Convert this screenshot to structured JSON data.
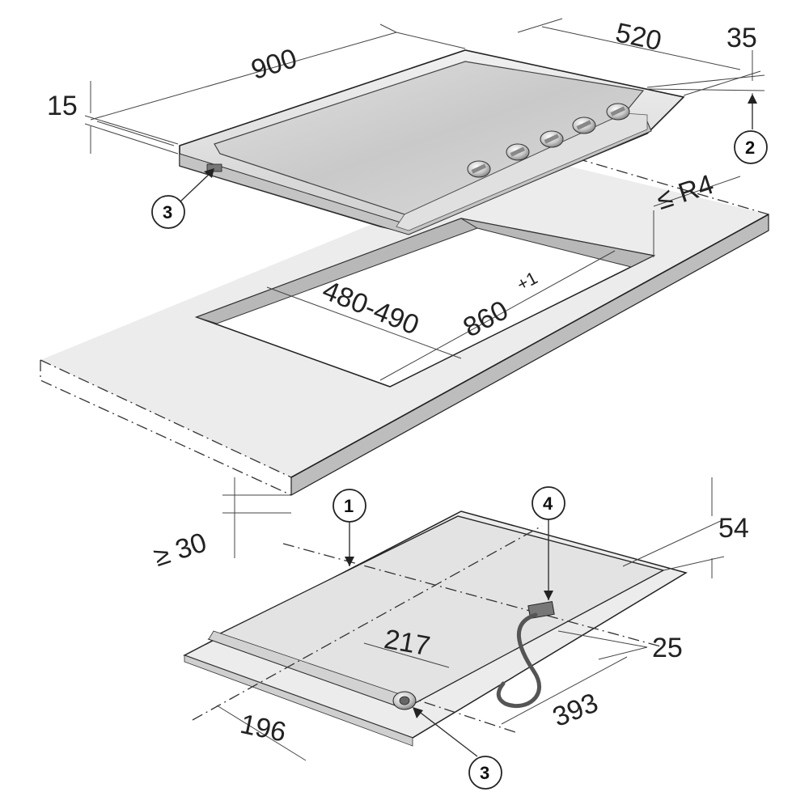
{
  "dimensions": {
    "width": "900",
    "depth": "520",
    "rear_offset": "35",
    "front_offset": "15",
    "corner_radius": "≤ R4",
    "cutout_width": "860",
    "cutout_width_tolerance": "+1",
    "cutout_depth": "480-490",
    "min_worktop_thickness": "≥ 30",
    "body_height": "54",
    "connector_offset_a": "217",
    "connector_offset_b": "25",
    "connector_offset_c": "393",
    "connector_offset_d": "196"
  },
  "callouts": {
    "c1": "1",
    "c2": "2",
    "c3_top": "3",
    "c3_bottom": "3",
    "c4": "4"
  },
  "colors": {
    "surface": "#e9e9e9",
    "hob_frame": "#d8d8d8",
    "hob_glass": "#cfcfcf",
    "cutout_side": "#b8b8b8",
    "worktop_edge": "#bdbdbd",
    "line": "#333333"
  },
  "knobs": [
    "knob-1",
    "knob-2",
    "knob-3",
    "knob-4",
    "knob-5"
  ]
}
